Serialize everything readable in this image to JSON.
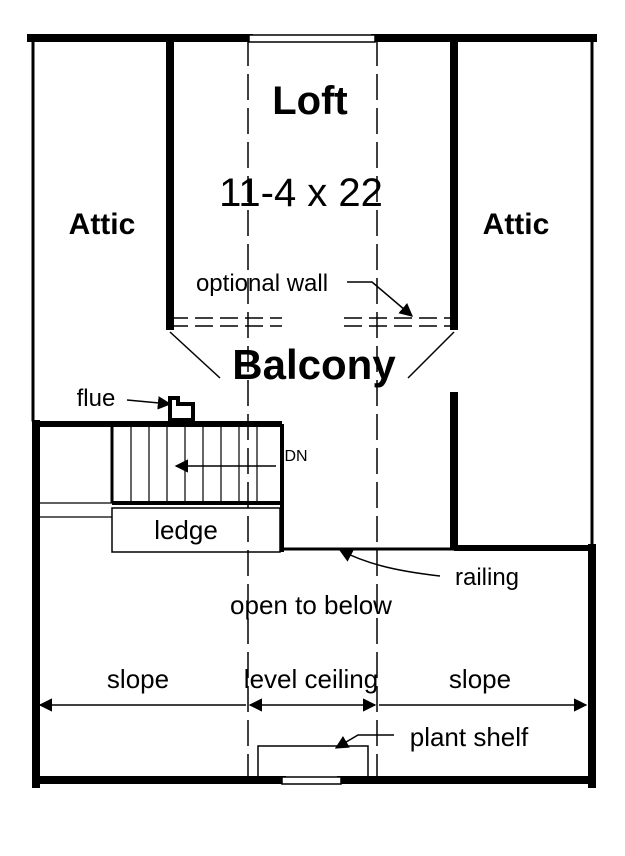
{
  "labels": {
    "loft": "Loft",
    "loft_dims": "11-4 x 22",
    "attic_left": "Attic",
    "attic_right": "Attic",
    "optional_wall": "optional wall",
    "balcony": "Balcony",
    "flue": "flue",
    "dn": "DN",
    "ledge": "ledge",
    "railing": "railing",
    "open_to_below": "open to below",
    "slope_left": "slope",
    "level_ceiling": "level ceiling",
    "slope_right": "slope",
    "plant_shelf": "plant shelf"
  },
  "colors": {
    "ink": "#000000",
    "paper": "#ffffff"
  }
}
